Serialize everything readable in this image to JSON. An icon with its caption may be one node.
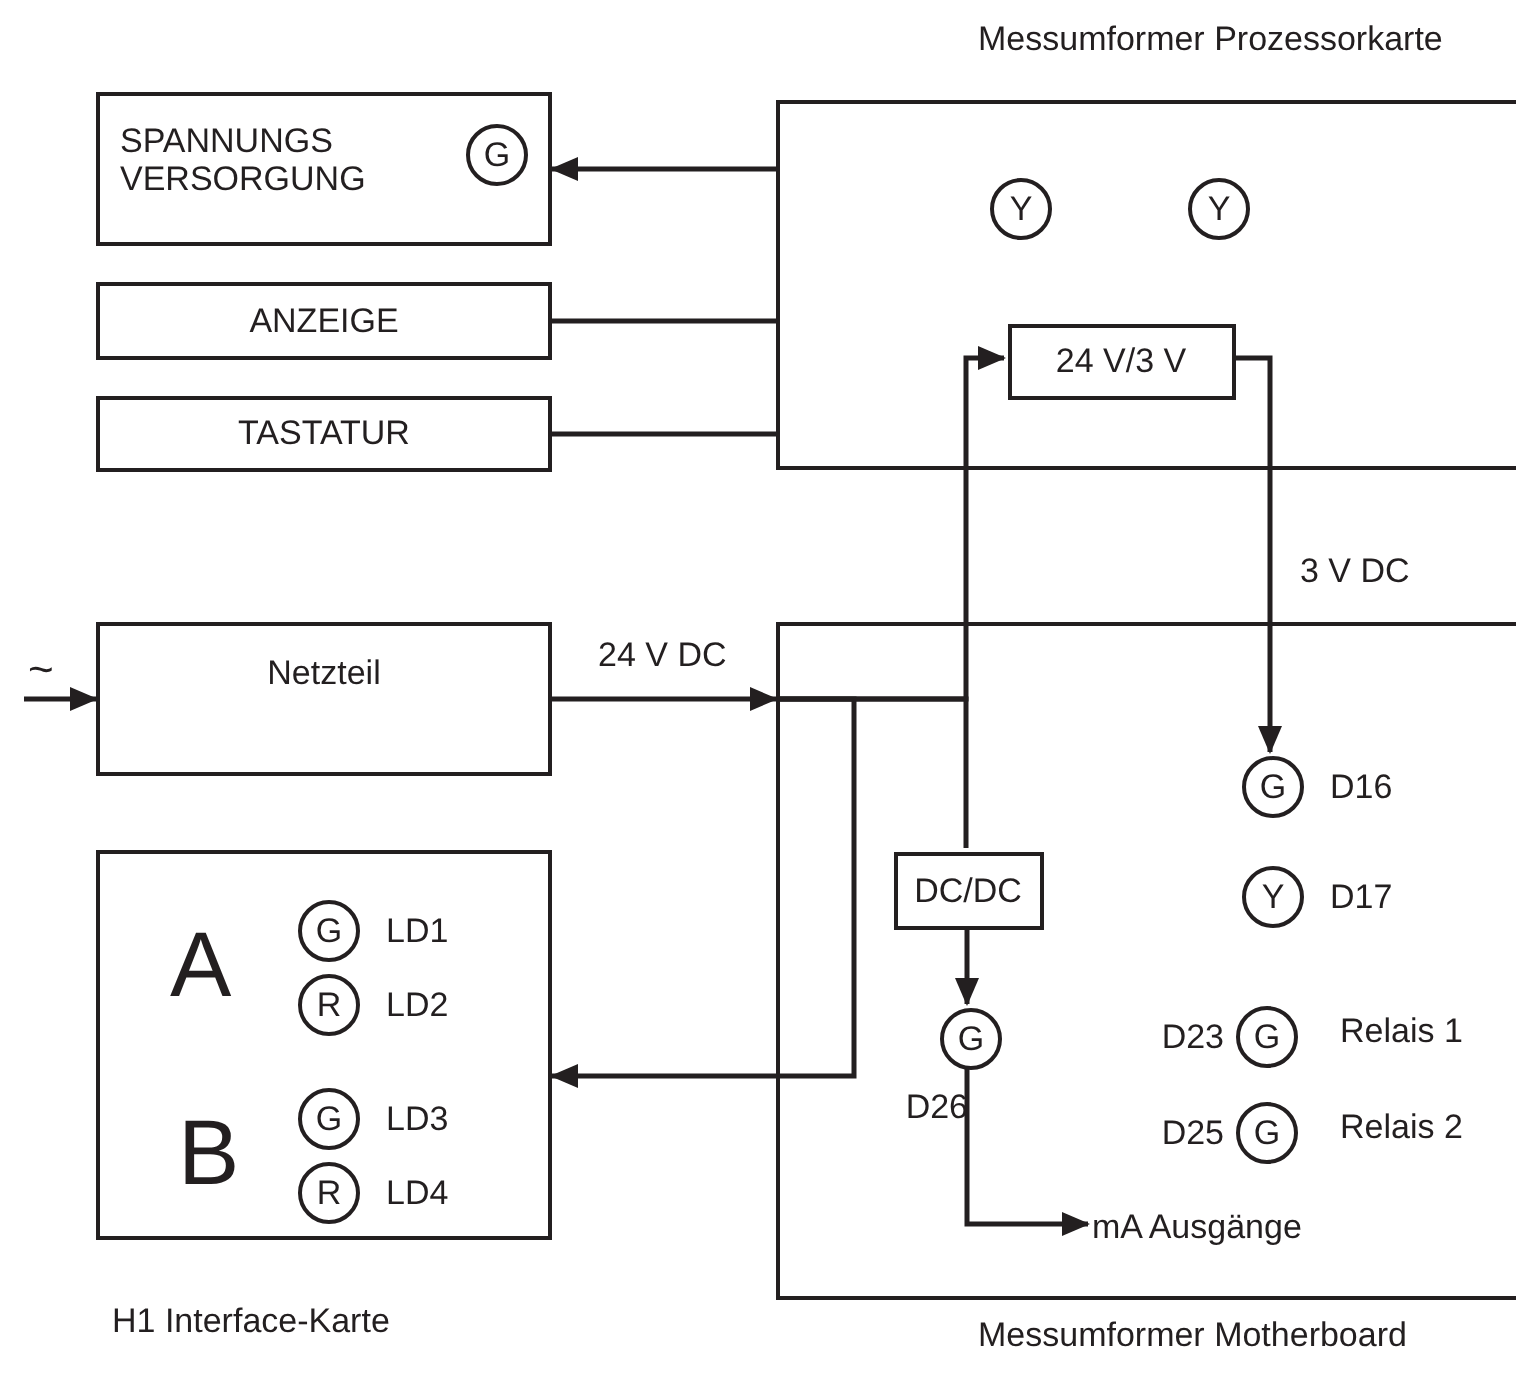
{
  "diagram": {
    "nodes": [
      {
        "text": [
          "Messumformer Prozessorkarte"
        ]
      },
      {
        "text": [
          "SPANNUNGS VERSORGUNG"
        ]
      },
      {
        "text": [
          "G"
        ],
        "in": 1
      },
      {
        "text": [
          "ANZEIGE"
        ]
      },
      {
        "text": [
          "TASTATUR"
        ]
      },
      {
        "text": [
          "Y"
        ],
        "in": 0
      },
      {
        "text": [
          "Y"
        ],
        "in": 0
      },
      {
        "text": [
          "24 V/3 V"
        ],
        "in": 0
      },
      {
        "text": [
          "Netzteil"
        ]
      },
      {
        "text": [
          "Messumformer Motherboard"
        ]
      },
      {
        "text": [
          "DC/DC"
        ],
        "in": 9
      },
      {
        "text": [
          "G"
        ],
        "in": 9,
        "beside": [
          "D26"
        ]
      },
      {
        "text": [
          "G"
        ],
        "in": 9,
        "beside": [
          "D16"
        ]
      },
      {
        "text": [
          "Y"
        ],
        "in": 9,
        "beside": [
          "D17"
        ]
      },
      {
        "text": [
          "G"
        ],
        "in": 9,
        "beside": [
          "D23",
          "Relais 1"
        ]
      },
      {
        "text": [
          "G"
        ],
        "in": 9,
        "beside": [
          "D25",
          "Relais 2"
        ]
      },
      {
        "text": [
          "mA Ausgänge"
        ],
        "in": 9
      },
      {
        "text": [
          "A",
          "B",
          "H1 Interface-Karte"
        ]
      },
      {
        "text": [
          "G"
        ],
        "in": 17,
        "beside": [
          "LD1"
        ]
      },
      {
        "text": [
          "R"
        ],
        "in": 17,
        "beside": [
          "LD2"
        ]
      },
      {
        "text": [
          "G"
        ],
        "in": 17,
        "beside": [
          "LD3"
        ]
      },
      {
        "text": [
          "R"
        ],
        "in": 17,
        "beside": [
          "LD4"
        ]
      }
    ],
    "edges": [
      {
        "from": 0,
        "to": 1,
        "arrow": "to"
      },
      {
        "from": 0,
        "to": 3,
        "arrow": "none"
      },
      {
        "from": 0,
        "to": 4,
        "arrow": "none"
      },
      {
        "from": null,
        "to": 8,
        "arrow": "to",
        "label": "~"
      },
      {
        "from": 8,
        "to": 9,
        "arrow": "to",
        "label": "24 V DC"
      },
      {
        "from": 9,
        "to": 7,
        "arrow": "to"
      },
      {
        "from": 9,
        "to": 17,
        "arrow": "to"
      },
      {
        "from": 9,
        "to": 10,
        "arrow": "none"
      },
      {
        "from": 7,
        "to": 12,
        "arrow": "to",
        "label": "3 V DC"
      },
      {
        "from": 10,
        "to": 11,
        "arrow": "to"
      },
      {
        "from": 11,
        "to": 16,
        "arrow": "to"
      }
    ]
  }
}
